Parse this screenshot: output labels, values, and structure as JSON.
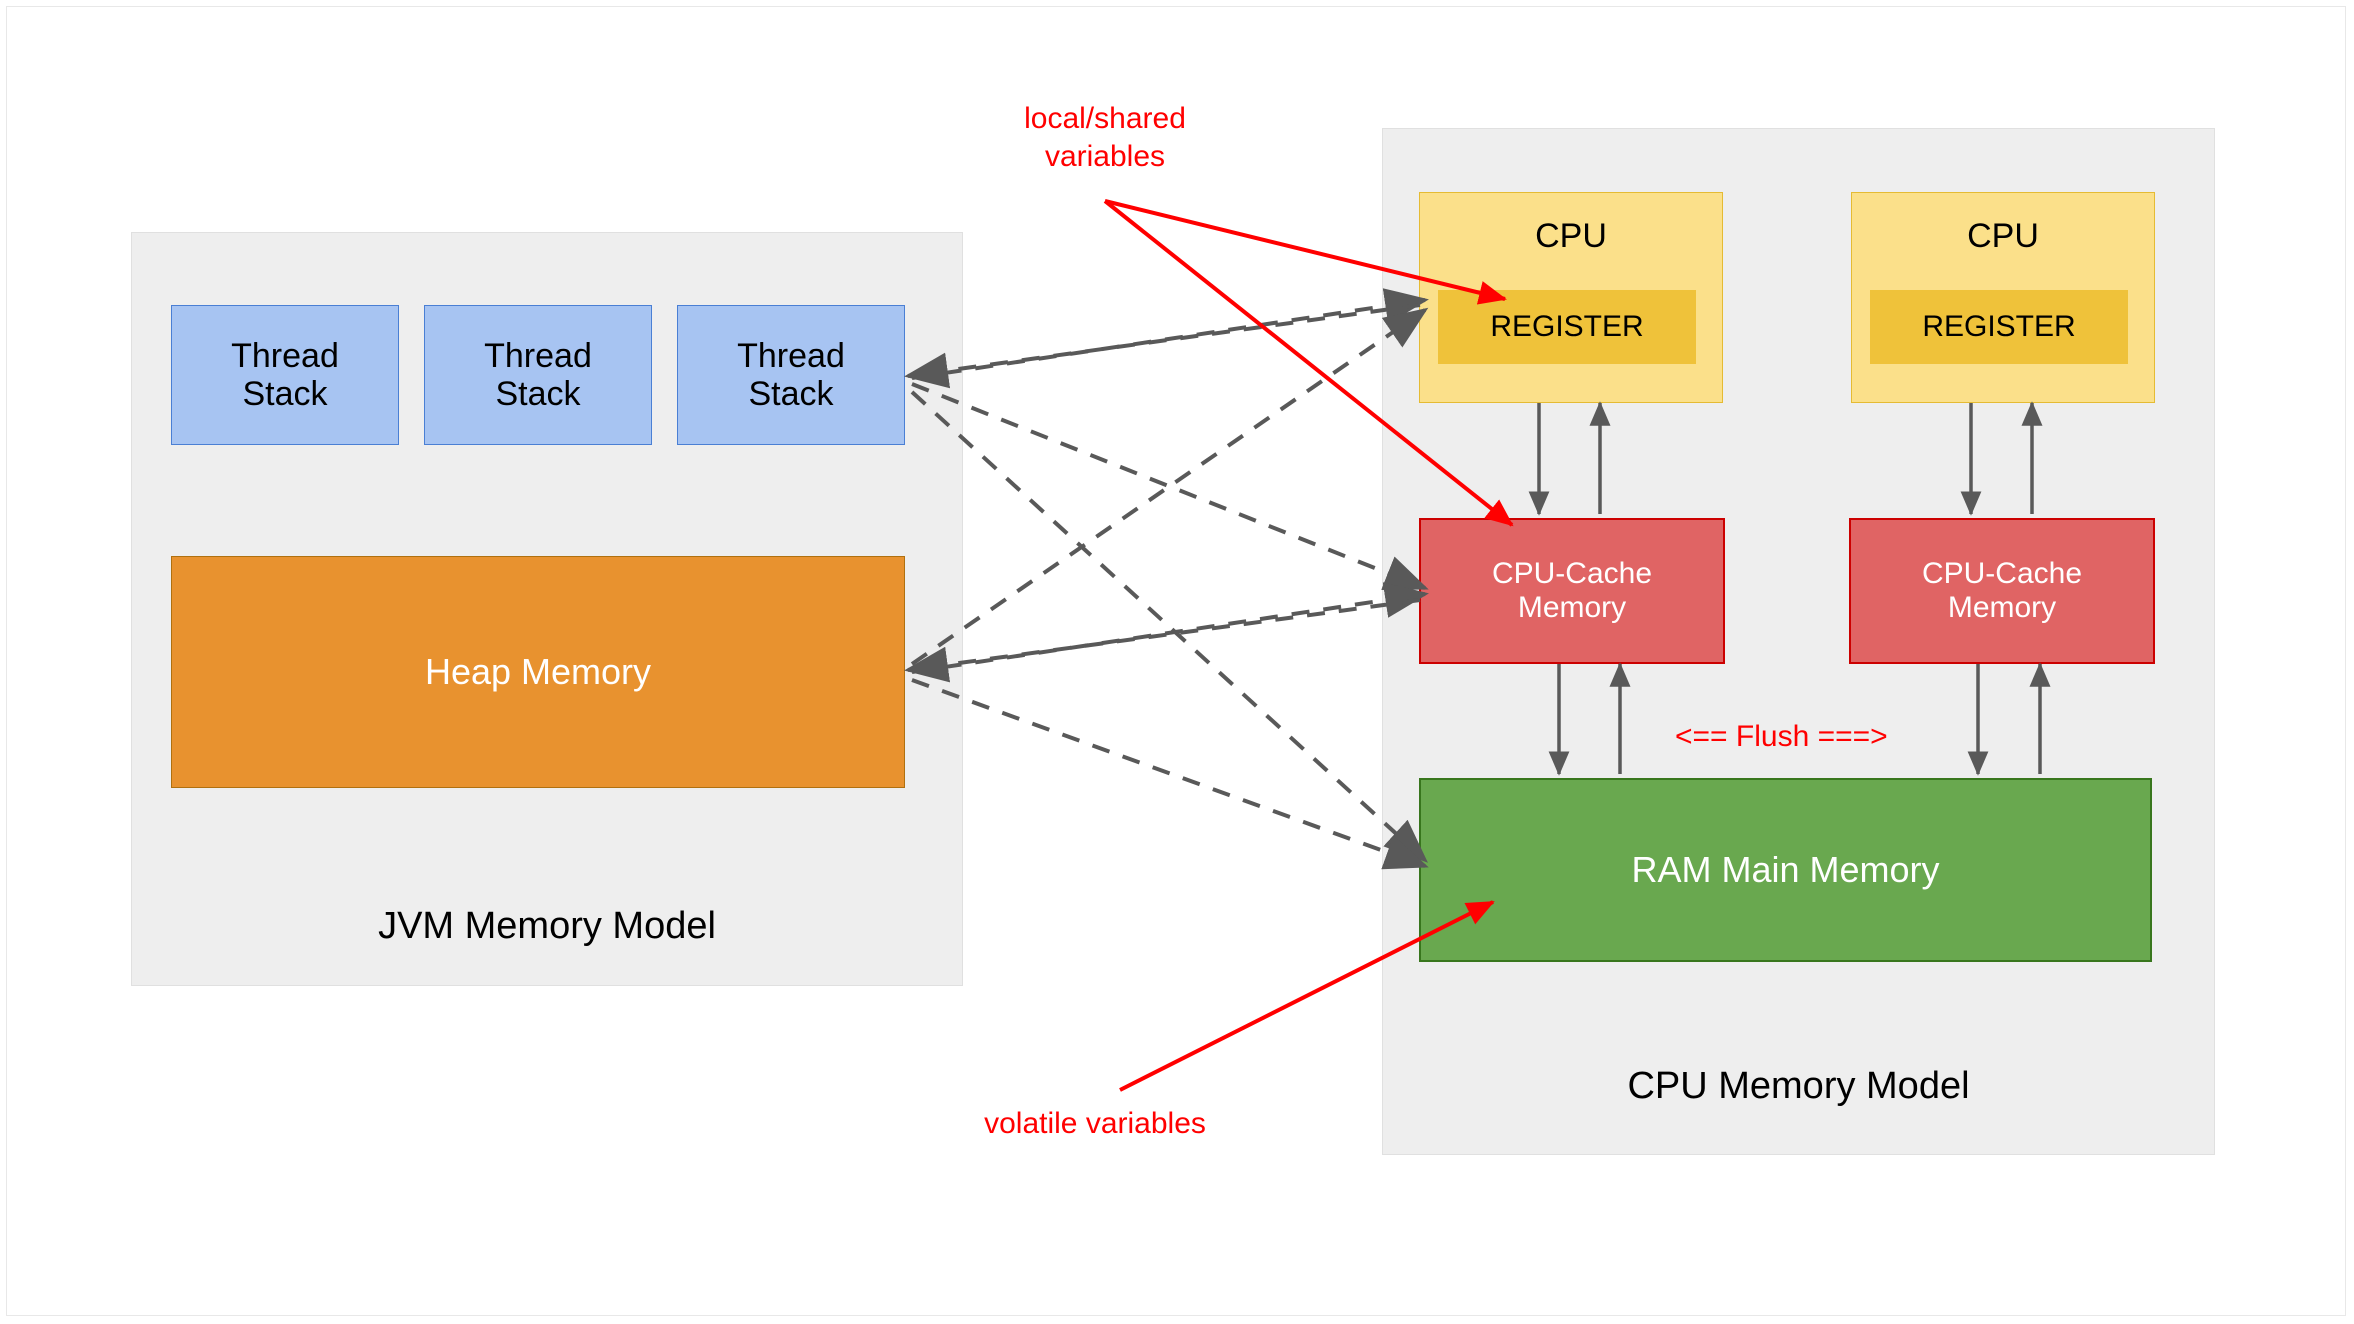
{
  "diagram": {
    "title_jvm": "JVM Memory Model",
    "title_cpu": "CPU Memory Model"
  },
  "jvm_panel": {
    "label": "JVM Memory Model",
    "thread_stacks": [
      {
        "line1": "Thread",
        "line2": "Stack"
      },
      {
        "line1": "Thread",
        "line2": "Stack"
      },
      {
        "line1": "Thread",
        "line2": "Stack"
      }
    ],
    "heap": {
      "label": "Heap Memory"
    }
  },
  "cpu_panel": {
    "label": "CPU Memory Model",
    "cpus": [
      {
        "label": "CPU",
        "register": "REGISTER"
      },
      {
        "label": "CPU",
        "register": "REGISTER"
      }
    ],
    "caches": [
      {
        "line1": "CPU-Cache",
        "line2": "Memory"
      },
      {
        "line1": "CPU-Cache",
        "line2": "Memory"
      }
    ],
    "ram": {
      "label": "RAM Main Memory"
    },
    "flush_label": "<== Flush ===>"
  },
  "annotations": {
    "local_shared": {
      "line1": "local/shared",
      "line2": "variables"
    },
    "volatile": {
      "label": "volatile variables"
    }
  },
  "colors": {
    "panel_bg": "#eeeeee",
    "thread_stack_fill": "#a7c4f2",
    "thread_stack_stroke": "#4a7fd4",
    "heap_fill": "#e8922f",
    "heap_stroke": "#b0700f",
    "cpu_fill": "#fbe08a",
    "cpu_stroke": "#e5bb33",
    "register_fill": "#efc23a",
    "cache_fill": "#e06464",
    "cache_stroke": "#cc0000",
    "ram_fill": "#69a84f",
    "ram_stroke": "#38761d",
    "annotation_red": "#ff0000",
    "connector_gray": "#595959"
  }
}
